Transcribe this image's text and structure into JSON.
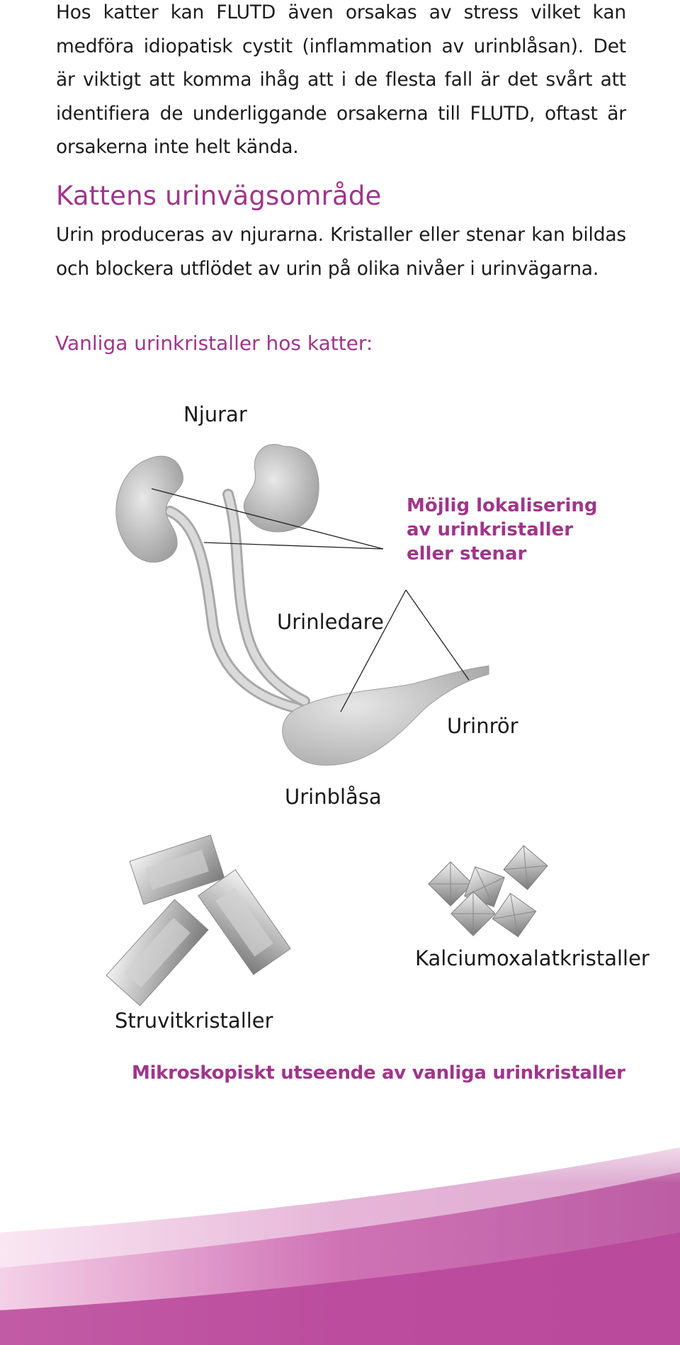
{
  "intro": {
    "text": "Hos katter kan FLUTD även orsakas av stress vilket kan medföra idiopatisk cystit (inflammation av urinblåsan). Det är viktigt att komma ihåg att i de flesta fall är det svårt att identifiera de underliggande orsakerna till FLUTD, oftast är orsakerna inte helt kända."
  },
  "section": {
    "heading": "Kattens urinvägsområde",
    "text": "Urin produceras av njurarna. Kristaller eller stenar kan bildas och blockera utflödet av urin på olika nivåer i urinvägarna.",
    "subheading": "Vanliga urinkristaller hos katter:"
  },
  "diagram": {
    "kidneys": "Njurar",
    "ureter": "Urinledare",
    "bladder": "Urinblåsa",
    "urethra": "Urinrör",
    "callout": [
      "Möjlig lokalisering",
      "av urinkristaller",
      "eller stenar"
    ]
  },
  "crystals": {
    "struvite": "Struvitkristaller",
    "oxalate": "Kalciumoxalatkristaller",
    "caption": "Mikroskopiskt utseende av vanliga urinkristaller"
  },
  "colors": {
    "accent": "#a0358a",
    "band": "#c04f9f",
    "organ": "#d0d0d0"
  }
}
